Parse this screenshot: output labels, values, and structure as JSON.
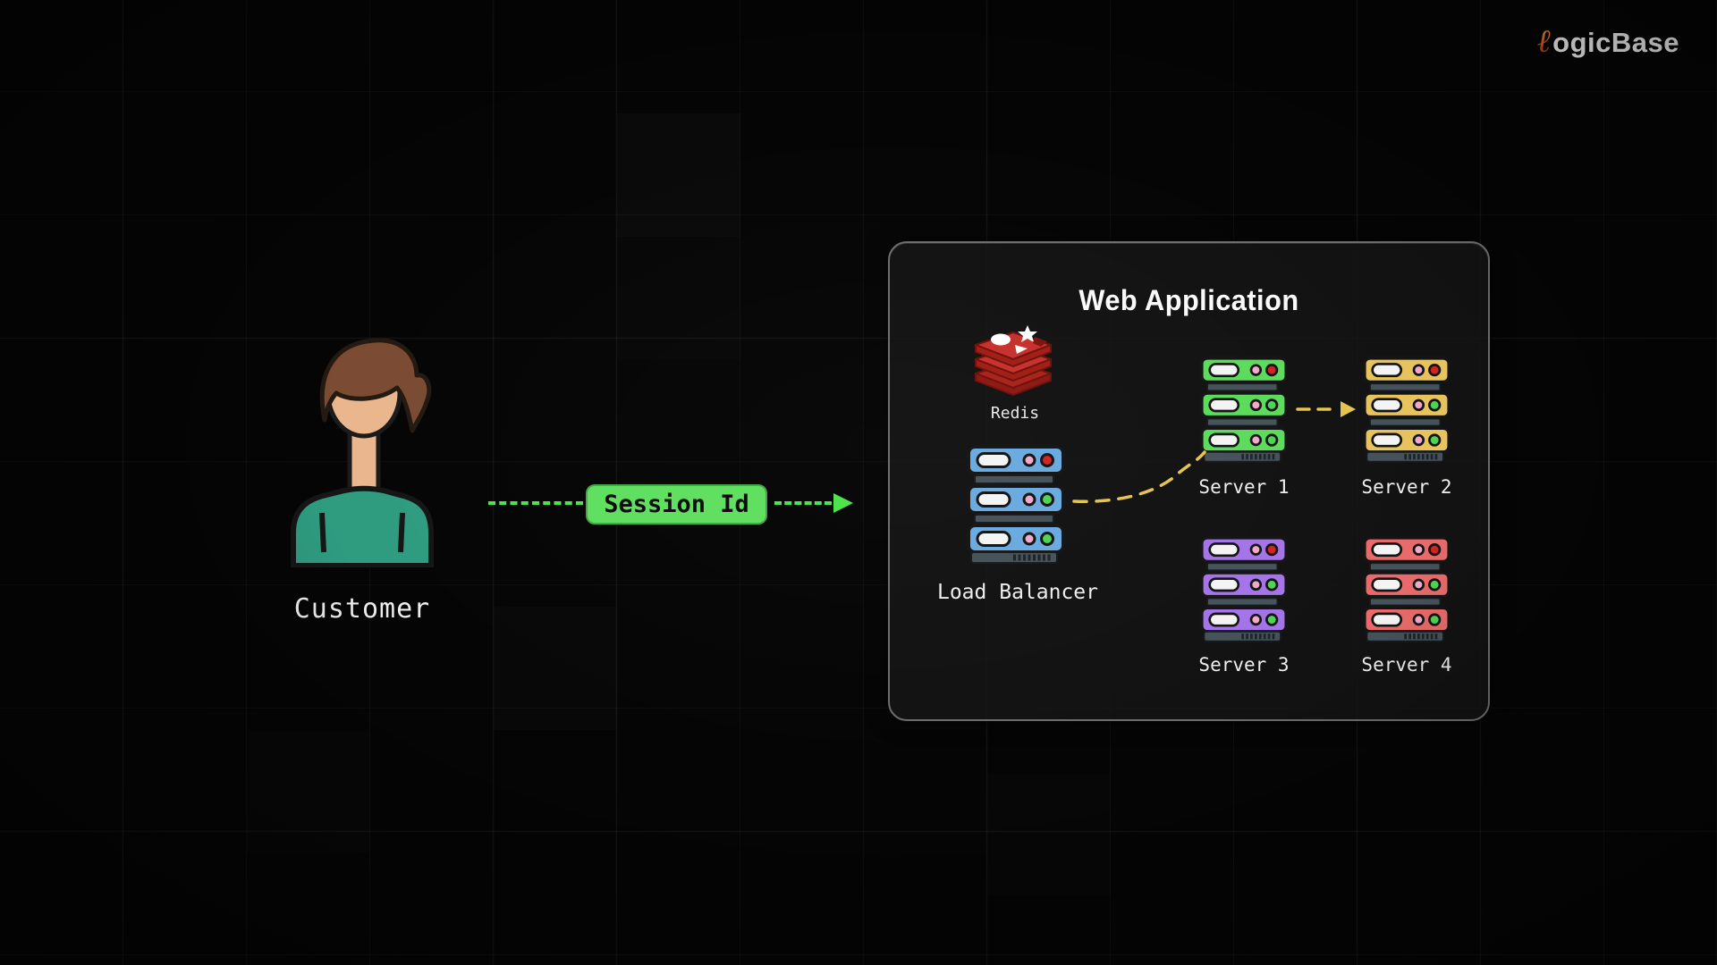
{
  "logo": {
    "prefix": "ℓ",
    "text": "ogicBase"
  },
  "customer": {
    "label": "Customer"
  },
  "flow": {
    "session_label": "Session Id",
    "arrow_color": "#4ae44a"
  },
  "panel": {
    "title": "Web Application",
    "redis": {
      "label": "Redis",
      "color": "#c6302b"
    },
    "load_balancer": {
      "label": "Load Balancer",
      "color": "#6aaae0"
    },
    "servers": [
      {
        "label": "Server 1",
        "color": "#5bdb5b"
      },
      {
        "label": "Server 2",
        "color": "#e6c35c"
      },
      {
        "label": "Server 3",
        "color": "#a473e8"
      },
      {
        "label": "Server 4",
        "color": "#e86a6a"
      }
    ],
    "route_color": "#e5c44e"
  },
  "colors": {
    "background": "#050505",
    "panel_background": "#151515",
    "panel_border": "#6d6d6d",
    "session_green": "#5fdf5f",
    "led_pink": "#f2a9c9",
    "led_red": "#d32222",
    "led_green": "#4ed455",
    "chassis_slate": "#46525a",
    "shirt_teal": "#2f9c80",
    "skin": "#e9b68e",
    "hair_brown": "#7b4b33"
  }
}
